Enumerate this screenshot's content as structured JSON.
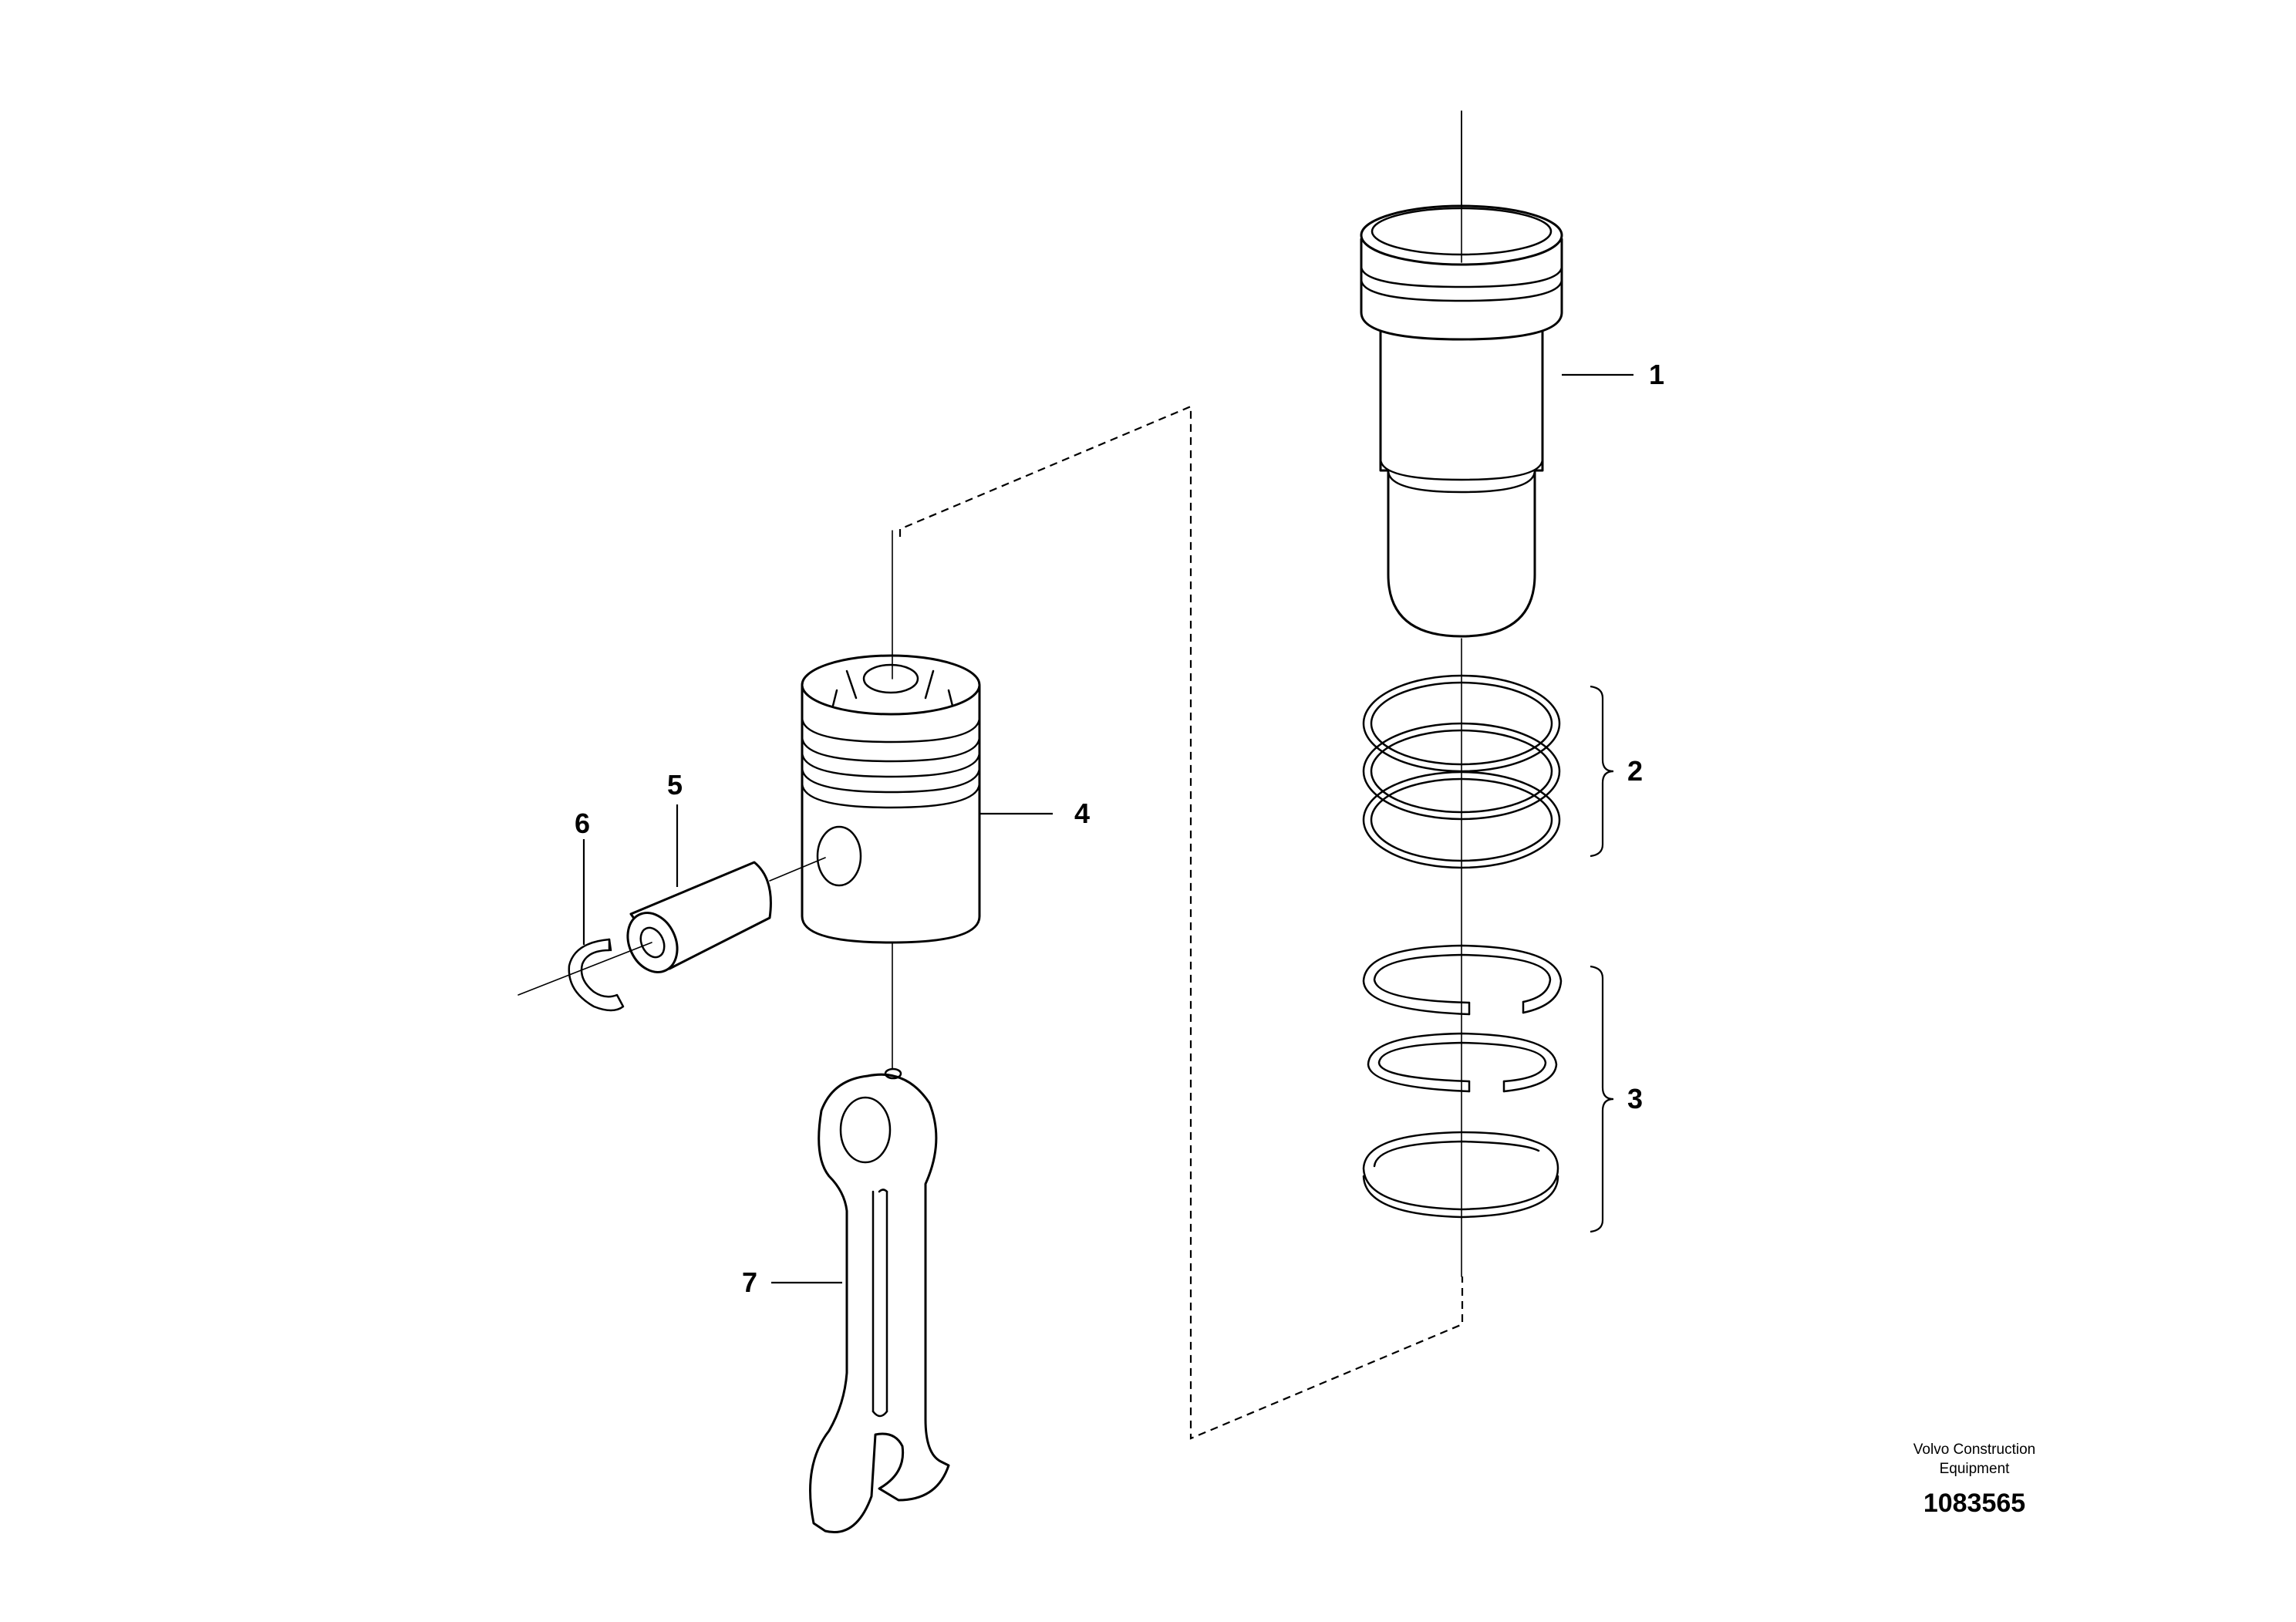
{
  "parts": [
    {
      "number": "1"
    },
    {
      "number": "2"
    },
    {
      "number": "3"
    },
    {
      "number": "4"
    },
    {
      "number": "5"
    },
    {
      "number": "6"
    },
    {
      "number": "7"
    }
  ],
  "credit": {
    "line1": "Volvo Construction",
    "line2": "Equipment"
  },
  "document_number": "1083565"
}
